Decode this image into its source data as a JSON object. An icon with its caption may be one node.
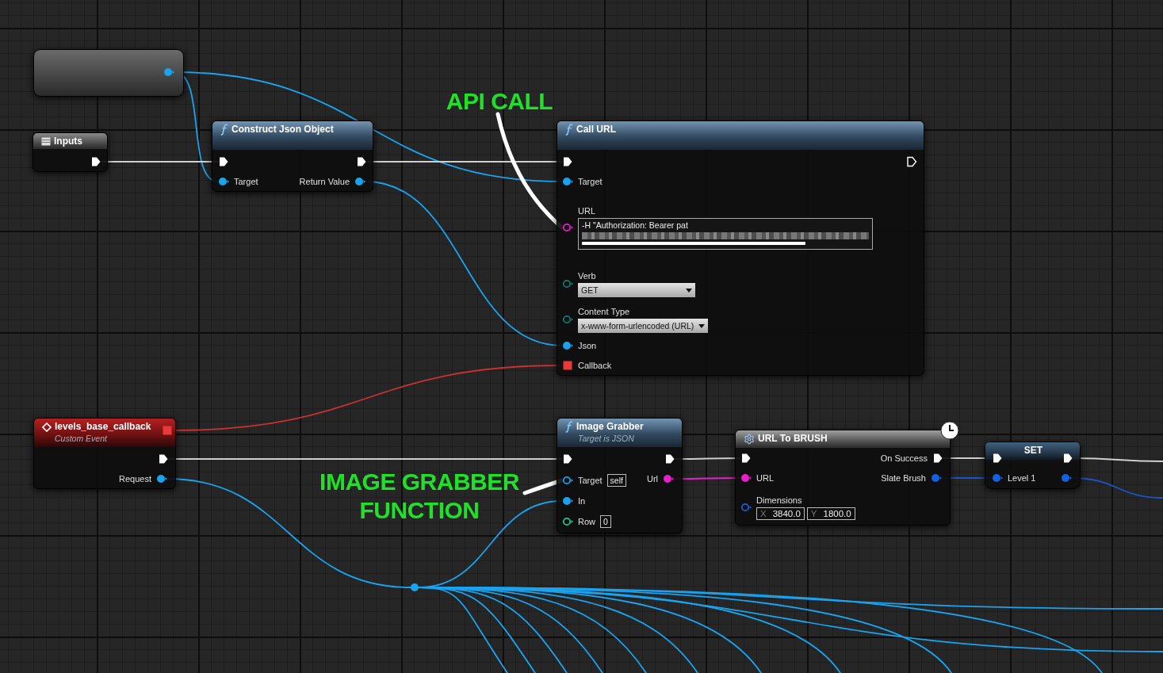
{
  "diagram": {
    "nodes": [
      {
        "text": [],
        "shape": "box"
      },
      {
        "text": [],
        "shape": "circle",
        "in": 0
      },
      {
        "text": [
          "Inputs"
        ]
      },
      {
        "text": [],
        "shape": "pentagon",
        "in": 2
      },
      {
        "text": [
          "Construct Json Object"
        ]
      },
      {
        "text": [],
        "shape": "pentagon",
        "in": 4
      },
      {
        "text": [],
        "shape": "pentagon",
        "in": 4
      },
      {
        "text": [
          "Target"
        ],
        "in": 4
      },
      {
        "text": [
          "Return Value"
        ],
        "in": 4
      },
      {
        "text": [
          "API CALL"
        ]
      },
      {
        "text": [
          "Call URL"
        ]
      },
      {
        "text": [],
        "shape": "pentagon",
        "in": 10
      },
      {
        "text": [],
        "shape": "pentagon",
        "in": 10
      },
      {
        "text": [
          "Target"
        ],
        "in": 10
      },
      {
        "text": [
          "URL",
          "-H \"Authorization: Bearer pat"
        ],
        "in": 10
      },
      {
        "text": [
          "Verb",
          "GET"
        ],
        "in": 10
      },
      {
        "text": [
          "Content Type",
          "x-www-form-urlencoded (URL)"
        ],
        "in": 10
      },
      {
        "text": [
          "Json"
        ],
        "in": 10
      },
      {
        "text": [
          "Callback"
        ],
        "in": 10
      },
      {
        "text": [
          "levels_base_callback",
          "Custom Event"
        ]
      },
      {
        "text": [],
        "shape": "box",
        "in": 19
      },
      {
        "text": [],
        "shape": "pentagon",
        "in": 19
      },
      {
        "text": [
          "Request"
        ],
        "in": 19
      },
      {
        "text": [
          "IMAGE GRABBER FUNCTION"
        ]
      },
      {
        "text": [
          "Image Grabber",
          "Target is JSON"
        ]
      },
      {
        "text": [],
        "shape": "pentagon",
        "in": 24
      },
      {
        "text": [],
        "shape": "pentagon",
        "in": 24
      },
      {
        "text": [
          "Target",
          "self"
        ],
        "in": 24
      },
      {
        "text": [
          "Url"
        ],
        "in": 24
      },
      {
        "text": [
          "In"
        ],
        "in": 24
      },
      {
        "text": [
          "Row",
          "0"
        ],
        "in": 24
      },
      {
        "text": [
          "URL To BRUSH"
        ]
      },
      {
        "text": [],
        "shape": "pentagon",
        "in": 31
      },
      {
        "text": [
          "On Success"
        ],
        "in": 31
      },
      {
        "text": [
          "URL"
        ],
        "in": 31
      },
      {
        "text": [
          "Slate Brush"
        ],
        "in": 31
      },
      {
        "text": [
          "Dimensions",
          "X",
          "3840.0",
          "Y",
          "1800.0"
        ],
        "in": 31
      },
      {
        "text": [
          "SET"
        ]
      },
      {
        "text": [],
        "shape": "pentagon",
        "in": 37
      },
      {
        "text": [],
        "shape": "pentagon",
        "in": 37
      },
      {
        "text": [
          "Level 1"
        ],
        "in": 37
      },
      {
        "text": [],
        "shape": "circle",
        "in": 37
      },
      {
        "text": [],
        "shape": "circle"
      }
    ],
    "edges": [
      {
        "from": 1,
        "to": 7,
        "arrow": "none"
      },
      {
        "from": 1,
        "to": 13,
        "arrow": "none"
      },
      {
        "from": 3,
        "to": 5,
        "arrow": "none",
        "color": "#cfcfcf"
      },
      {
        "from": 6,
        "to": 11,
        "arrow": "none",
        "color": "#cfcfcf"
      },
      {
        "from": 8,
        "to": 17,
        "arrow": "none"
      },
      {
        "from": 20,
        "to": 18,
        "arrow": "none",
        "color": "#c83232"
      },
      {
        "from": 21,
        "to": 25,
        "arrow": "none",
        "color": "#cfcfcf"
      },
      {
        "from": 22,
        "to": 42,
        "arrow": "none"
      },
      {
        "from": 42,
        "to": 29,
        "arrow": "none"
      },
      {
        "from": 26,
        "to": 32,
        "arrow": "none",
        "color": "#cfcfcf"
      },
      {
        "from": 28,
        "to": 34,
        "arrow": "none",
        "color": "#e81ecb"
      },
      {
        "from": 33,
        "to": 38,
        "arrow": "none",
        "color": "#cfcfcf"
      },
      {
        "from": 35,
        "to": 40,
        "arrow": "none",
        "color": "#1a56c8"
      },
      {
        "from": 39,
        "to": null,
        "arrow": "none",
        "color": "#cfcfcf"
      },
      {
        "from": 41,
        "to": null,
        "arrow": "none",
        "color": "#1a56c8"
      },
      {
        "from": 9,
        "to": 14,
        "arrow": "none",
        "style": "thick",
        "color": "#ffffff"
      },
      {
        "from": 23,
        "to": 27,
        "arrow": "none",
        "style": "thick",
        "color": "#ffffff"
      },
      {
        "from": 42,
        "to": null,
        "arrow": "none"
      },
      {
        "from": 42,
        "to": null,
        "arrow": "none"
      },
      {
        "from": 42,
        "to": null,
        "arrow": "none"
      },
      {
        "from": 42,
        "to": null,
        "arrow": "none"
      },
      {
        "from": 42,
        "to": null,
        "arrow": "none"
      },
      {
        "from": 42,
        "to": null,
        "arrow": "none"
      },
      {
        "from": 42,
        "to": null,
        "arrow": "none"
      },
      {
        "from": 42,
        "to": null,
        "arrow": "none"
      },
      {
        "from": 42,
        "to": null,
        "arrow": "none"
      },
      {
        "from": 42,
        "to": null,
        "arrow": "none"
      },
      {
        "from": 42,
        "to": null,
        "arrow": "none"
      },
      {
        "from": 42,
        "to": null,
        "arrow": "none"
      }
    ]
  }
}
